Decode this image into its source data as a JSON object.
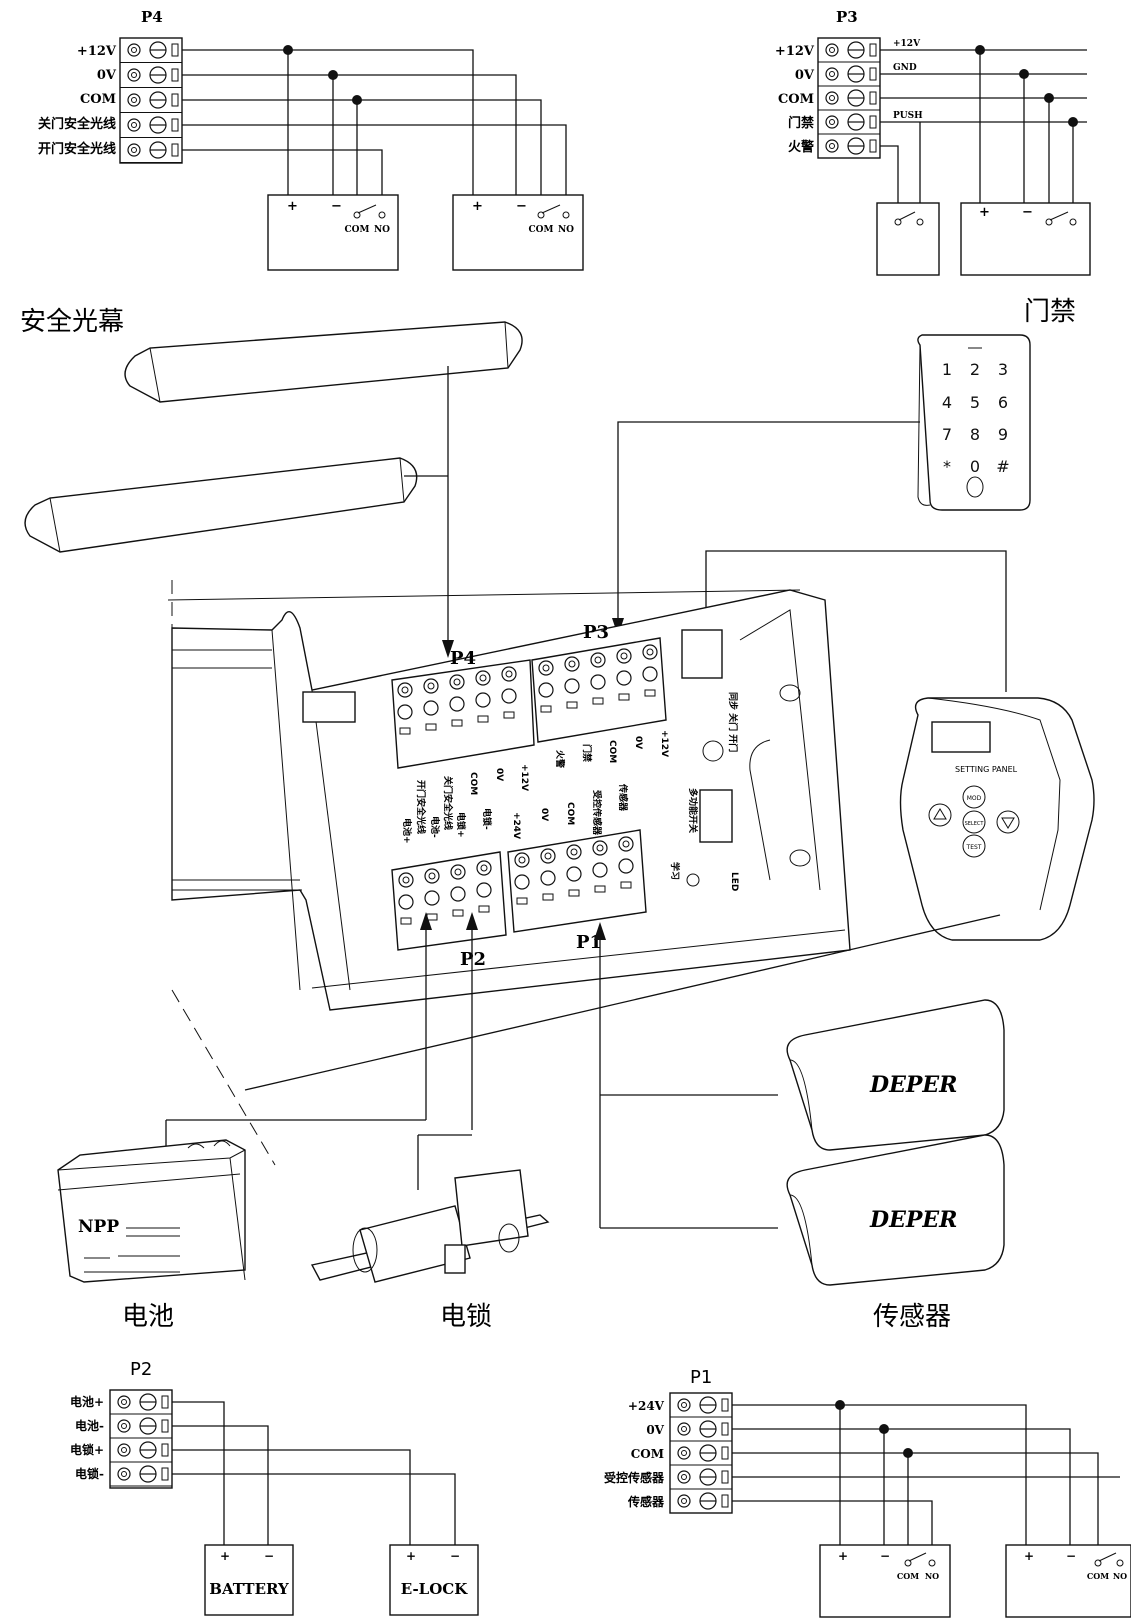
{
  "titles": {
    "safety_curtain": "安全光幕",
    "access_control": "门禁",
    "battery": "电池",
    "elock": "电锁",
    "sensor": "传感器"
  },
  "p4": {
    "name": "P4",
    "terminals": [
      "+12V",
      "0V",
      "COM",
      "关门安全光线",
      "开门安全光线"
    ],
    "device_com": "COM",
    "device_no": "NO"
  },
  "p3": {
    "name": "P3",
    "terminals": [
      "+12V",
      "0V",
      "COM",
      "门禁",
      "火警"
    ],
    "wire_labels": [
      "+12V",
      "GND",
      "PUSH"
    ]
  },
  "p2": {
    "name": "P2",
    "terminals": [
      "电池+",
      "电池-",
      "电锁+",
      "电锁-"
    ],
    "battery_label": "BATTERY",
    "elock_label": "E-LOCK"
  },
  "p1": {
    "name": "P1",
    "terminals": [
      "+24V",
      "0V",
      "COM",
      "受控传感器",
      "传感器"
    ],
    "device_com": "COM",
    "device_no": "NO"
  },
  "keypad": {
    "keys": [
      "1",
      "2",
      "3",
      "4",
      "5",
      "6",
      "7",
      "8",
      "9",
      "*",
      "0",
      "#"
    ]
  },
  "setting_panel": {
    "title": "SETTING PANEL",
    "buttons": [
      "MOD",
      "SELECT",
      "TEST"
    ]
  },
  "battery_brand": "NPP",
  "sensor_brand": "DEPER",
  "board": {
    "p4_label": "P4",
    "p3_label": "P3",
    "p2_label": "P2",
    "p1_label": "P1",
    "p4_pins": [
      "开门安全光线",
      "关门安全光线",
      "COM",
      "0V",
      "+12V"
    ],
    "p3_pins": [
      "火警",
      "门禁",
      "COM",
      "0V",
      "+12V"
    ],
    "p2_pins": [
      "电池+",
      "电池-",
      "电锁+",
      "电锁-"
    ],
    "p1_pins": [
      "+24V",
      "0V",
      "COM",
      "受控传感器",
      "传感器"
    ],
    "sync_label": "同步 关门 开门",
    "switch_label": "多功能开关",
    "learn_label": "学习",
    "led_label": "LED"
  }
}
